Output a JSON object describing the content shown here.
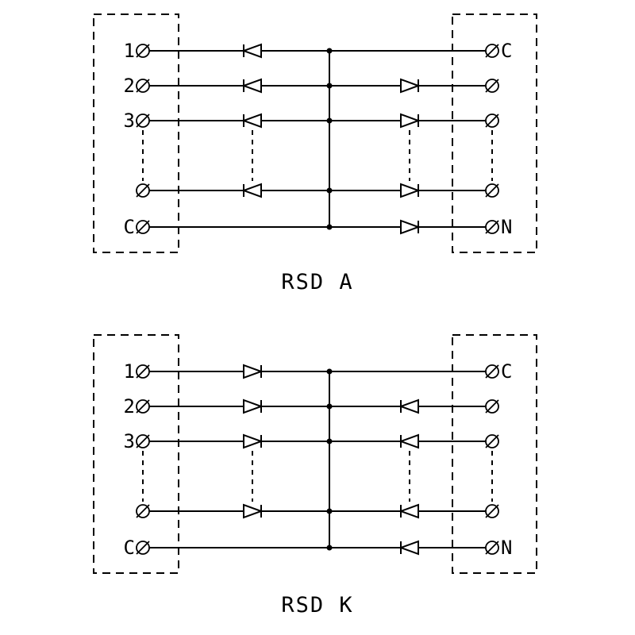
{
  "colors": {
    "background": "#ffffff",
    "line": "#000000"
  },
  "diagrams": [
    {
      "title": "RSD A",
      "rows": [
        {
          "left_label": "1",
          "right_label": "C",
          "left_diode": "left",
          "right_diode": null
        },
        {
          "left_label": "2",
          "right_label": "",
          "left_diode": "left",
          "right_diode": "right"
        },
        {
          "left_label": "3",
          "right_label": "",
          "left_diode": "left",
          "right_diode": "right"
        },
        {
          "left_label": "",
          "right_label": "",
          "left_diode": "left",
          "right_diode": "right"
        },
        {
          "left_label": "C",
          "right_label": "N",
          "left_diode": null,
          "right_diode": "right"
        }
      ],
      "continuation_between_rows": [
        3,
        4
      ]
    },
    {
      "title": "RSD K",
      "rows": [
        {
          "left_label": "1",
          "right_label": "C",
          "left_diode": "right",
          "right_diode": null
        },
        {
          "left_label": "2",
          "right_label": "",
          "left_diode": "right",
          "right_diode": "left"
        },
        {
          "left_label": "3",
          "right_label": "",
          "left_diode": "right",
          "right_diode": "left"
        },
        {
          "left_label": "",
          "right_label": "",
          "left_diode": "right",
          "right_diode": "left"
        },
        {
          "left_label": "C",
          "right_label": "N",
          "left_diode": null,
          "right_diode": "left"
        }
      ],
      "continuation_between_rows": [
        3,
        4
      ]
    }
  ]
}
